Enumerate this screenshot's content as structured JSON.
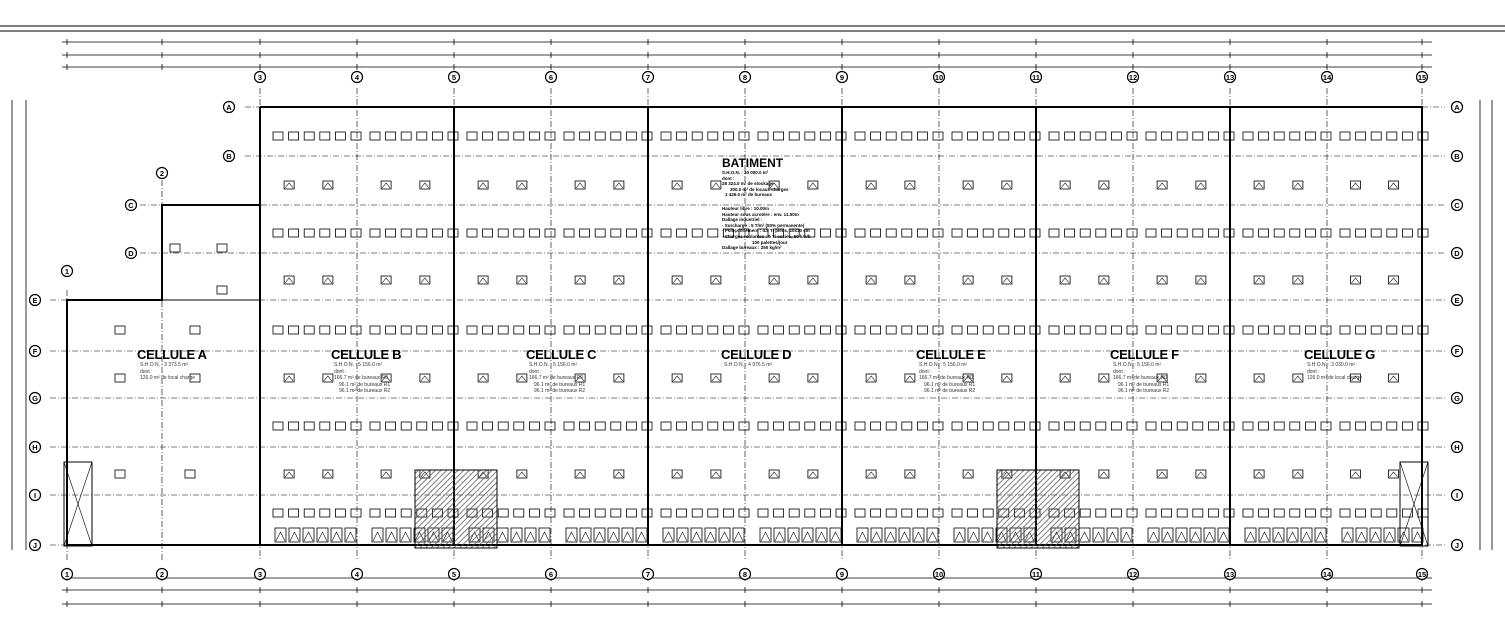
{
  "columns": [
    "1",
    "2",
    "3",
    "4",
    "5",
    "6",
    "7",
    "8",
    "9",
    "10",
    "11",
    "12",
    "13",
    "14",
    "15"
  ],
  "rows": [
    "A",
    "B",
    "C",
    "D",
    "E",
    "F",
    "G",
    "H",
    "I",
    "J"
  ],
  "batiment": {
    "title": "BATIMENT",
    "shon": "S.H.O.N. : 30 000.0 m²",
    "dont": "dont :",
    "lines": [
      "28 324.0 m² de stockage",
      "300.0 m² de locaux charges",
      "1 426.0 m² de bureaux"
    ],
    "specs": [
      "Hauteur libre : 10.00m",
      "Hauteur sous acrotère : env. 11.50m",
      "Dallage industriel :",
      "- Surcharge : 5 T/m² (50% permanente)",
      "- Poinçonnement : 4.5 T/ pieds, 10x10 cm",
      "- Charges roulantes : 5 T/ essieu, 50 km/h",
      "  100 palettes/jour",
      "Dallage bureaux : 250 kg/m²"
    ]
  },
  "cells": [
    {
      "name": "CELLULE A",
      "shon": "S.H.O.N. : 3 373.5 m²",
      "dont": "dont :",
      "lines": [
        "126.0 m² de local charge"
      ]
    },
    {
      "name": "CELLULE B",
      "shon": "S.H.O.N. : 5 156.0 m²",
      "dont": "dont :",
      "lines": [
        "166.7 m² de bureaux R0",
        "96.1 m² de bureaux R1",
        "96.1 m² de bureaux R2"
      ]
    },
    {
      "name": "CELLULE C",
      "shon": "S.H.O.N. : 5 156.0 m²",
      "dont": "dont :",
      "lines": [
        "166.7 m² de bureaux R0",
        "96.1 m² de bureaux R1",
        "96.1 m² de bureaux R2"
      ]
    },
    {
      "name": "CELLULE D",
      "shon": "S.H.O.N. : 4 976.5 m²",
      "dont": "",
      "lines": []
    },
    {
      "name": "CELLULE E",
      "shon": "S.H.O.N. : 5 156.0 m²",
      "dont": "dont :",
      "lines": [
        "166.7 m² de bureaux R0",
        "96.1 m² de bureaux R1",
        "96.1 m² de bureaux R2"
      ]
    },
    {
      "name": "CELLULE F",
      "shon": "S.H.O.N. : 5 156.0 m²",
      "dont": "dont :",
      "lines": [
        "166.7 m² de bureaux R0",
        "96.1 m² de bureaux R1",
        "96.1 m² de bureaux R2"
      ]
    },
    {
      "name": "CELLULE G",
      "shon": "S.H.O.N. : 3 030.0 m²",
      "dont": "dont :",
      "lines": [
        "126.0 m² de local charge"
      ]
    }
  ],
  "colors": {
    "line": "#000000",
    "hatch": "#555555",
    "background": "#ffffff"
  }
}
